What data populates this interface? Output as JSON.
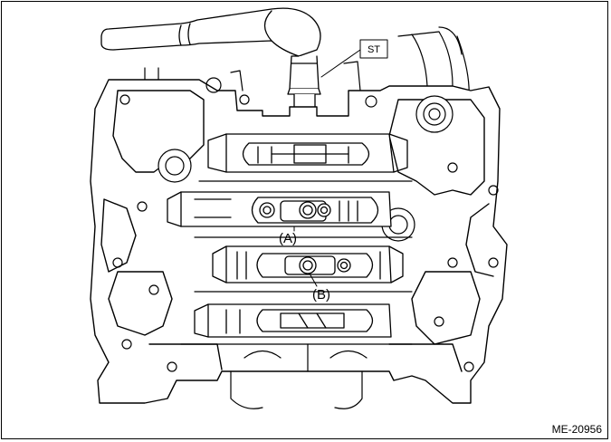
{
  "labels": {
    "special_tool": "ST",
    "callout_a": "(A)",
    "callout_b": "(B)",
    "figure_id": "ME-20956"
  },
  "icons": {
    "wrench": "ratchet-wrench-icon",
    "engine_block": "engine-block-icon"
  }
}
